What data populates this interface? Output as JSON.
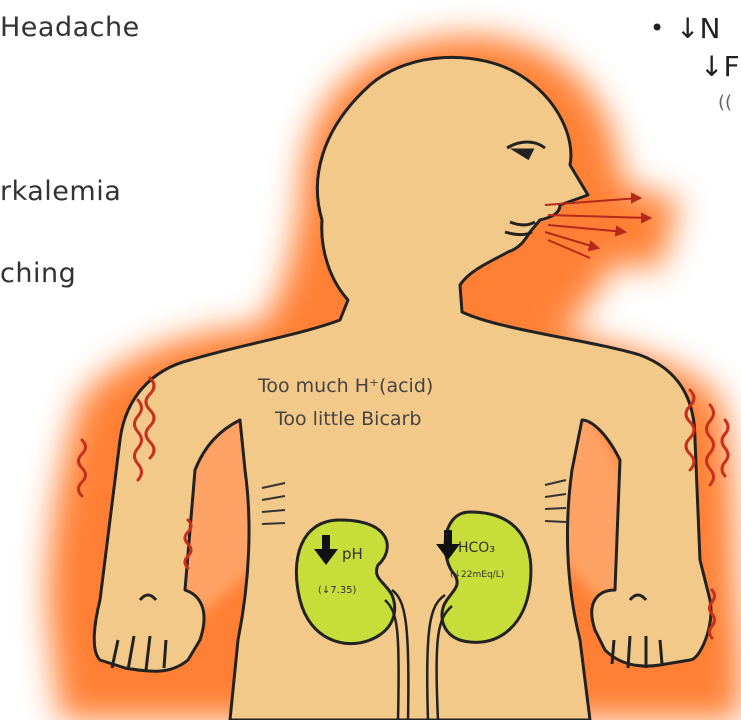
{
  "symptoms": {
    "headache": "Headache",
    "hyperkalemia": "rkalemia",
    "twitching": "ching"
  },
  "right_note": {
    "bullet": "•",
    "line1": "↓N",
    "line2": "↓F",
    "line3": "(("
  },
  "body_text": {
    "line1": "Too much H⁺(acid)",
    "line2": "Too little Bicarb"
  },
  "left_kidney": {
    "label": "pH",
    "value": "(↓7.35)"
  },
  "right_kidney": {
    "label": "HCO₃",
    "value": "(↓22mEq/L)"
  },
  "colors": {
    "glow": "#ff6a1a",
    "skin": "#f3c98a",
    "outline": "#222222",
    "kidney": "#c6dd3a",
    "wave": "#c8301b"
  }
}
